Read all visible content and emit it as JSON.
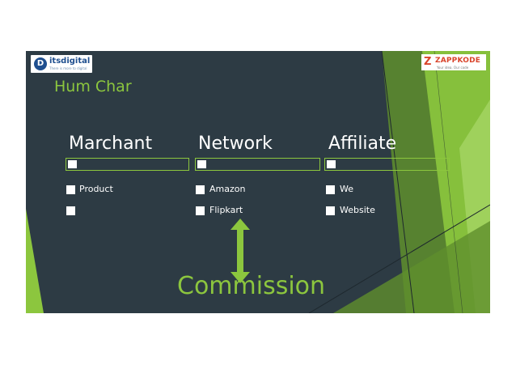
{
  "slide": {
    "title": "Hum Char",
    "logos": {
      "left": {
        "name": "itsdigital",
        "tagline": "There is more to digital"
      },
      "right": {
        "name": "ZAPPKODE",
        "tagline": "Your idea, Our code"
      }
    },
    "columns": [
      {
        "heading": "Marchant",
        "items": [
          "Product",
          ""
        ]
      },
      {
        "heading": "Network",
        "items": [
          "Amazon",
          "Flipkart"
        ]
      },
      {
        "heading": "Affiliate",
        "items": [
          "We",
          "Website"
        ]
      }
    ],
    "footer_label": "Commission"
  },
  "colors": {
    "background": "#2d3b44",
    "accent_green": "#8cc63e",
    "text": "#ffffff"
  },
  "icons": [
    "double-headed-arrow-icon",
    "checkbox-icon"
  ]
}
